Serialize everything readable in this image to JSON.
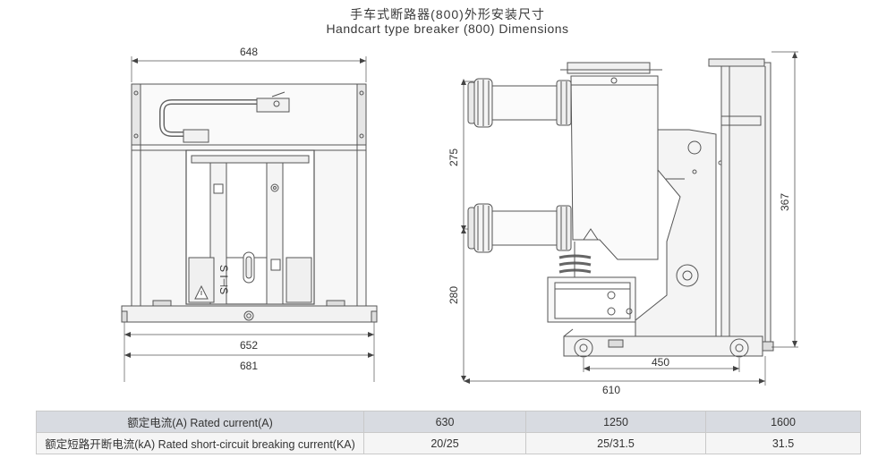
{
  "title": {
    "cn": "手车式断路器(800)外形安装尺寸",
    "en": "Handcart type breaker (800) Dimensions"
  },
  "front_view": {
    "dim_top": "648",
    "dim_bottom_inner": "652",
    "dim_bottom_outer": "681",
    "label_disconnector": "S I⊣S"
  },
  "side_view": {
    "dim_upper_height": "275",
    "dim_lower_height": "280",
    "dim_total_height": "367",
    "dim_wheelbase": "450",
    "dim_depth": "610"
  },
  "table": {
    "rows": [
      {
        "label": "额定电流(A) Rated current(A)",
        "values": [
          "630",
          "1250",
          "1600"
        ]
      },
      {
        "label": "额定短路开断电流(kA) Rated short-circuit breaking current(KA)",
        "values": [
          "20/25",
          "25/31.5",
          "31.5"
        ]
      }
    ]
  }
}
